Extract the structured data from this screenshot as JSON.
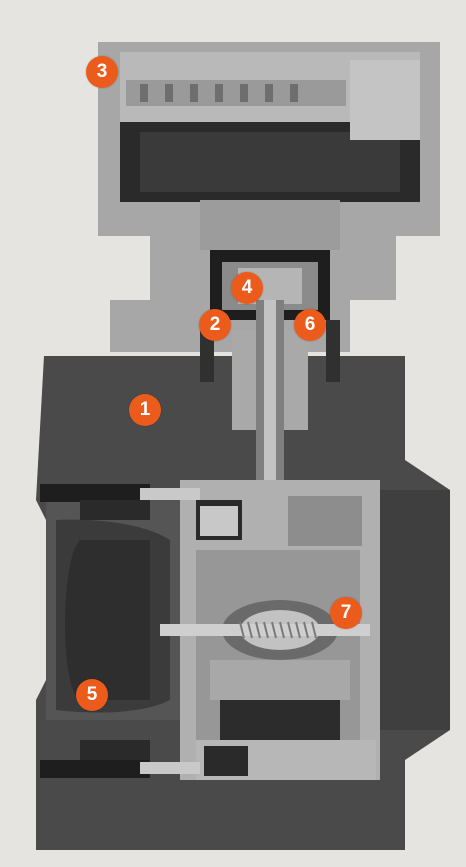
{
  "diagram": {
    "type": "cross-section",
    "callouts": [
      {
        "id": "1",
        "label": "1"
      },
      {
        "id": "2",
        "label": "2"
      },
      {
        "id": "3",
        "label": "3"
      },
      {
        "id": "4",
        "label": "4"
      },
      {
        "id": "5",
        "label": "5"
      },
      {
        "id": "6",
        "label": "6"
      },
      {
        "id": "7",
        "label": "7"
      }
    ]
  },
  "colors": {
    "background": "#e6e4e1",
    "body_dark": "#4a4a4a",
    "body_mid": "#5b5b5b",
    "actuator_light": "#a7a7a7",
    "actuator_lighter": "#bdbdbd",
    "valve_light": "#b0b0b0",
    "cavity": "#1e1e1e",
    "callout": "#ea5b1c",
    "callout_text": "#ffffff"
  }
}
